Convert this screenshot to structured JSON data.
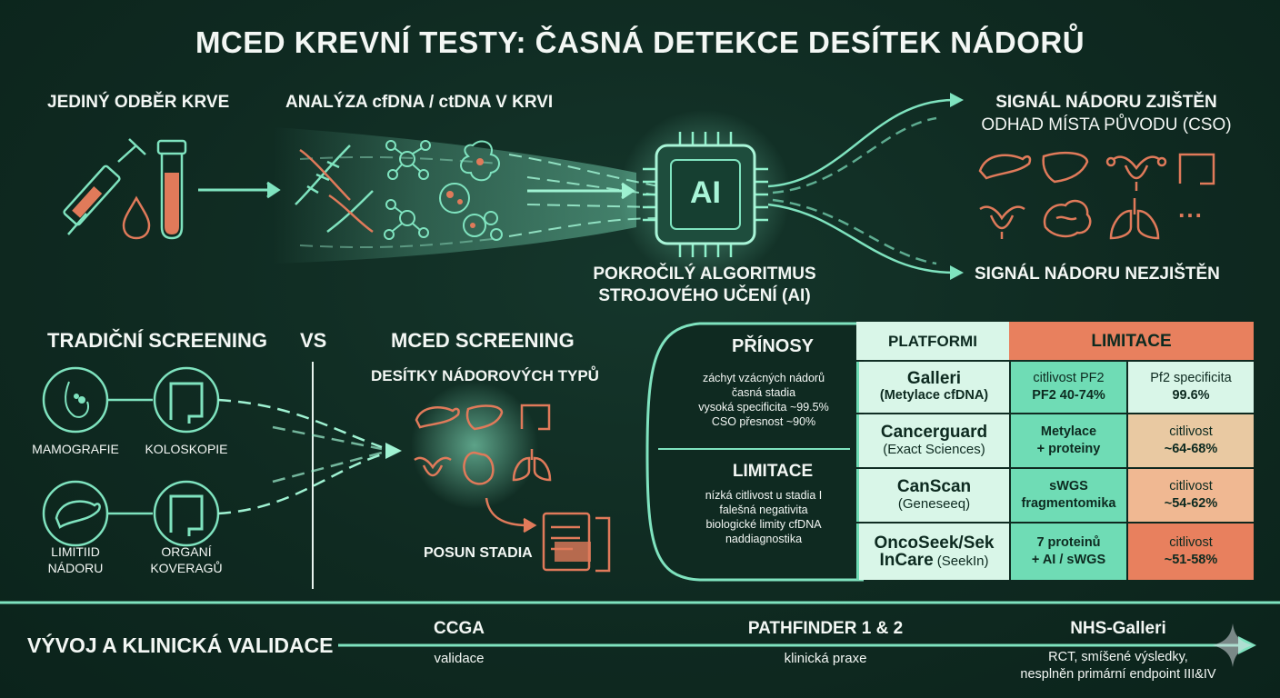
{
  "title": "MCED KREVNÍ TESTY: ČASNÁ DETEKCE DESÍTEK NÁDORŮ",
  "pipeline": {
    "blood_draw": "JEDINÝ ODBĚR KRVE",
    "analysis": "ANALÝZA cfDNA / ctDNA V KRVI",
    "ai_chip": "AI",
    "algorithm_line1": "POKROČILÝ ALGORITMUS",
    "algorithm_line2": "STROJOVÉHO UČENÍ (AI)",
    "signal_found": "SIGNÁL NÁDORU ZJIŠTĚN",
    "cso": "ODHAD MÍSTA PŮVODU (CSO)",
    "signal_not_found": "SIGNÁL NÁDORU NEZJIŠTĚN",
    "more": "..."
  },
  "comparison": {
    "traditional": "TRADIČNÍ SCREENING",
    "vs": "VS",
    "mced": "MCED SCREENING",
    "mced_sub": "DESÍTKY NÁDOROVÝCH TYPŮ",
    "mammography": "MAMOGRAFIE",
    "colonoscopy": "KOLOSKOPIE",
    "limited_1": "LIMITIID",
    "limited_2": "NÁDORU",
    "organ_1": "ORGANÍ",
    "organ_2": "KOVERAGŮ",
    "stage_shift": "POSUN STADIA"
  },
  "benefits_panel": {
    "header": "PŘÍNOSY",
    "items": [
      "záchyt vzácných nádorů",
      "časná stadia",
      "vysoká specificita ~99.5%",
      "CSO přesnost ~90%"
    ],
    "limits_header": "LIMITACE",
    "limits": [
      "nízká citlivost u stadia I",
      "falešná negativita",
      "biologické limity cfDNA",
      "naddiagnostika"
    ]
  },
  "table": {
    "col_platform": "PLATFORMI",
    "col_limits": "LIMITACE",
    "rows": [
      {
        "name": "Galleri",
        "sub": "(Metylace cfDNA)",
        "method_1": "citlivost PF2",
        "method_2": "PF2 40-74%",
        "limit_1": "Pf2 specificita",
        "limit_2": "99.6%"
      },
      {
        "name": "Cancerguard",
        "sub": "(Exact Sciences)",
        "method_1": "Metylace",
        "method_2": "+ proteiny",
        "limit_1": "citlivost",
        "limit_2": "~64-68%"
      },
      {
        "name": "CanScan",
        "sub": "(Geneseeq)",
        "method_1": "sWGS",
        "method_2": "fragmentomika",
        "limit_1": "citlivost",
        "limit_2": "~54-62%"
      },
      {
        "name": "OncoSeek/Sek",
        "sub": "InCare (SeekIn)",
        "sub_strong": "InCare",
        "sub_rest": " (SeekIn)",
        "method_1": "7 proteinů",
        "method_2": "+ AI / sWGS",
        "limit_1": "citlivost",
        "limit_2": "~51-58%"
      }
    ]
  },
  "timeline": {
    "label": "VÝVOJ A KLINICKÁ VALIDACE",
    "milestones": [
      {
        "name": "CCGA",
        "desc": "validace"
      },
      {
        "name": "PATHFINDER 1 & 2",
        "desc": "klinická praxe"
      },
      {
        "name": "NHS-Galleri",
        "desc": "RCT, smíšené výsledky,",
        "desc2": "nesplněn primární endpoint III&IV"
      }
    ]
  },
  "colors": {
    "mint": "#7fe3bf",
    "orange": "#e07a5a",
    "bg": "#0f2a21",
    "row_light": "#d9f6e8",
    "row_mint": "#6fdcb5",
    "limit_orange": "#e8805e",
    "limit_peach": "#f0b892",
    "limit_tan": "#e9c9a2"
  }
}
